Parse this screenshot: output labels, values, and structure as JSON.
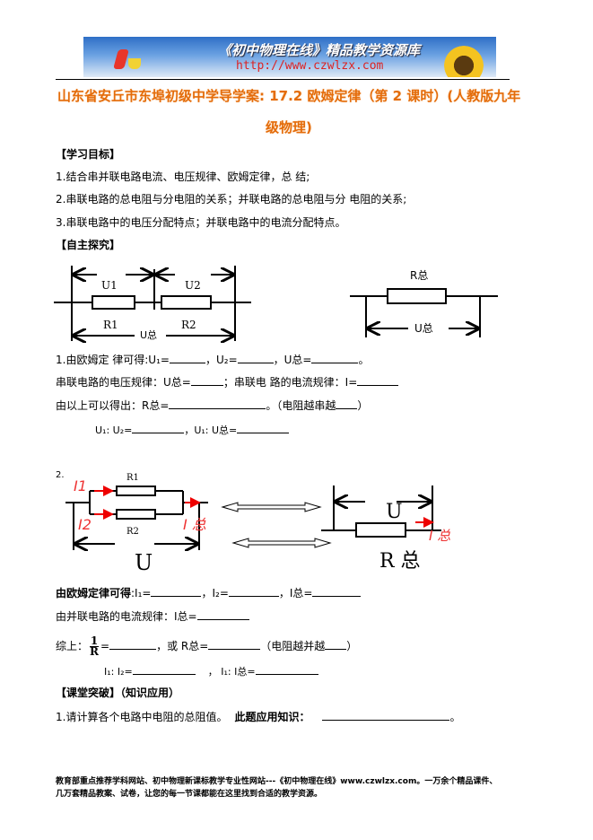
{
  "banner": {
    "title": "《初中物理在线》精品教学资源库",
    "url": "http://www.czwlzx.com"
  },
  "title": {
    "line1": "山东省安丘市东埠初级中学导学案: 17.2 欧姆定律（第 2 课时）(人教版九年",
    "line2": "级物理)"
  },
  "section_goals": {
    "heading": "【学习目标】",
    "items": [
      "1.结合串并联电路电流、电压规律、欧姆定律，总 结;",
      "2.串联电路的总电阻与分电阻的关系；并联电路的总电阻与分 电阻的关系;",
      "3.串联电路中的电压分配特点；并联电路中的电流分配特点。"
    ]
  },
  "section_explore": {
    "heading": "【自主探究】"
  },
  "circuit1": {
    "u1": "U1",
    "u2": "U2",
    "r1": "R1",
    "r2": "R2",
    "u_total": "U总",
    "r_total": "R总",
    "u_total_right": "U总"
  },
  "part1": {
    "line1": {
      "prefix": "1.由欧姆定 律可得:U₁=",
      "u2": "，U₂=",
      "ut": "，U总=",
      "end": "。"
    },
    "line2": {
      "prefix": "串联电路的电压规律：U总=",
      "mid": "；串联电 路的电流规律：I="
    },
    "line3": {
      "prefix": "由以上可以得出：R总=",
      "mid": "。（电阻越串越",
      "end": "）"
    },
    "line4": {
      "a": "U₁: U₂=",
      "b": "，U₁: U总="
    }
  },
  "circuit2": {
    "num": "2.",
    "r1": "R1",
    "r2": "R2",
    "i1": "I1",
    "i2": "I2",
    "i_total": "I 总",
    "u": "U",
    "u_right": "U",
    "r_total": "R 总",
    "i_total_right": "I 总"
  },
  "part2": {
    "line1": {
      "prefix": "由欧姆定律可得",
      "i1": ":I₁=",
      "i2": "，I₂=",
      "it": "，I总="
    },
    "line2": {
      "prefix": "由并联电路的电流规律：I总="
    },
    "line3": {
      "prefix": "综上：",
      "num": "1",
      "den": "R",
      "eq": "=",
      "mid": "，或 R总=",
      "mid2": "（电阻越并越",
      "end": "）"
    },
    "line4": {
      "a": "I₁: I₂=",
      "b": "，  I₁: I总="
    }
  },
  "section_class": {
    "heading": "【课堂突破】（知识应用）",
    "item1": "1.请计算各个电路中电阻的总阻值。",
    "item1_bold": "此题应用知识：",
    "item1_end": "。"
  },
  "footer": {
    "line1": "教育部重点推荐学科网站、初中物理新课标教学专业性网站---《初中物理在线》www.czwlzx.com。一万余个精品课件、",
    "line2": "几万套精品教案、试卷，让您的每一节课都能在这里找到合适的教学资源。"
  }
}
